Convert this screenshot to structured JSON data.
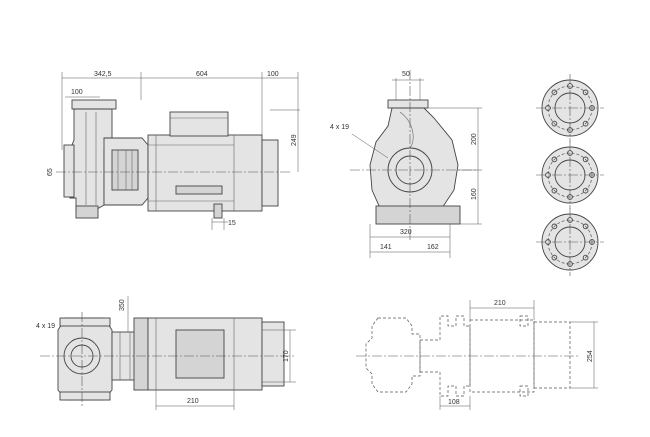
{
  "dimensions": {
    "d342_5": "342,5",
    "d604": "604",
    "d100_top": "100",
    "d100_left": "100",
    "d65": "65",
    "d249": "249",
    "d15": "15",
    "d50": "50",
    "d4x19_front": "4 x 19",
    "d200": "200",
    "d160": "160",
    "d320": "320",
    "d141": "141",
    "d162": "162",
    "d4x19_top": "4 x 19",
    "d350": "350",
    "d170": "170",
    "d210_top": "210",
    "d210_base": "210",
    "d254": "254",
    "d108": "108"
  }
}
